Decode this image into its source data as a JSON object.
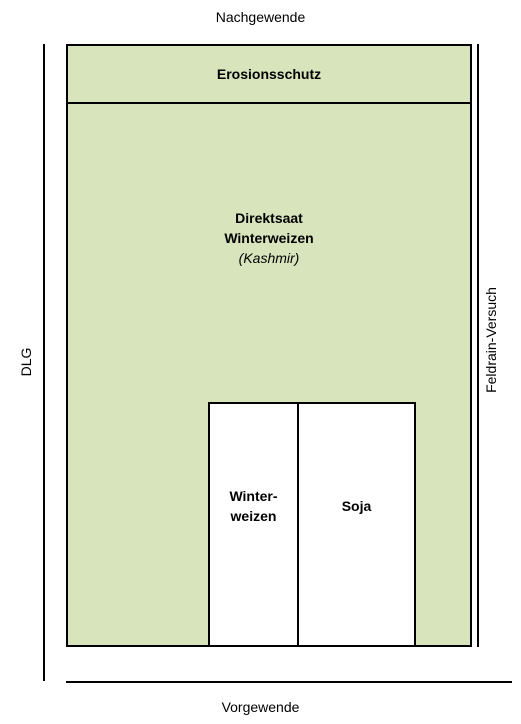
{
  "colors": {
    "field_fill": "#d8e4bc",
    "plot_fill": "#ffffff",
    "line": "#000000"
  },
  "labels": {
    "top": "Nachgewende",
    "bottom": "Vorgewende",
    "left": "DLG",
    "right": "Feldrain-Versuch"
  },
  "field": {
    "strip_label": "Erosionsschutz",
    "main_line1": "Direktsaat",
    "main_line2": "Winterweizen",
    "main_line3": "(Kashmir)"
  },
  "plots": {
    "wheat_line1": "Winter-",
    "wheat_line2": "weizen",
    "soja": "Soja"
  }
}
